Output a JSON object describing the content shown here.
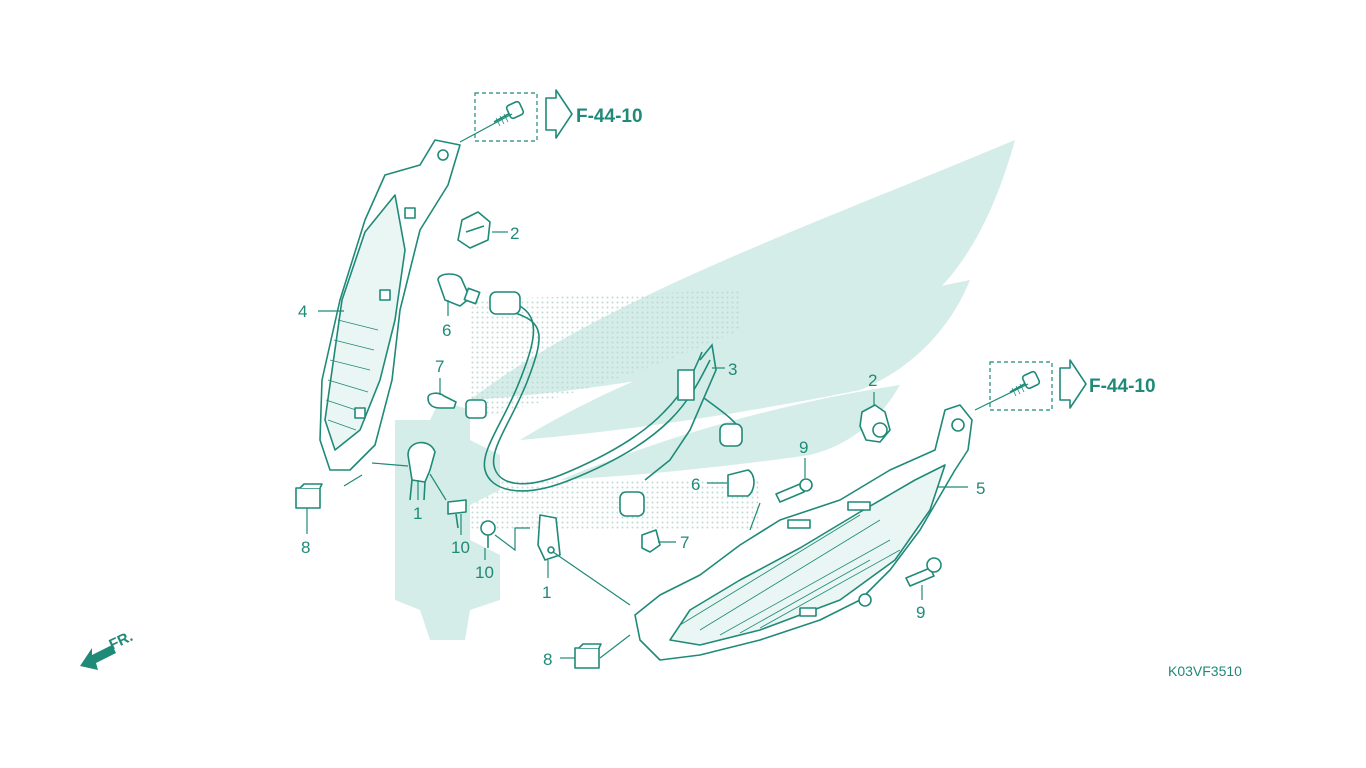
{
  "colors": {
    "line": "#1f8a78",
    "watermark": "#d5ede8",
    "dots": "#bfd9d4"
  },
  "references": {
    "top": "F-44-10",
    "right": "F-44-10"
  },
  "callouts": {
    "c1a": "1",
    "c1b": "1",
    "c2a": "2",
    "c2b": "2",
    "c3": "3",
    "c4": "4",
    "c5": "5",
    "c6a": "6",
    "c6b": "6",
    "c7a": "7",
    "c7b": "7",
    "c8a": "8",
    "c8b": "8",
    "c9a": "9",
    "c9b": "9",
    "c10a": "10",
    "c10b": "10"
  },
  "direction_label": "FR.",
  "diagram_code": "K03VF3510"
}
